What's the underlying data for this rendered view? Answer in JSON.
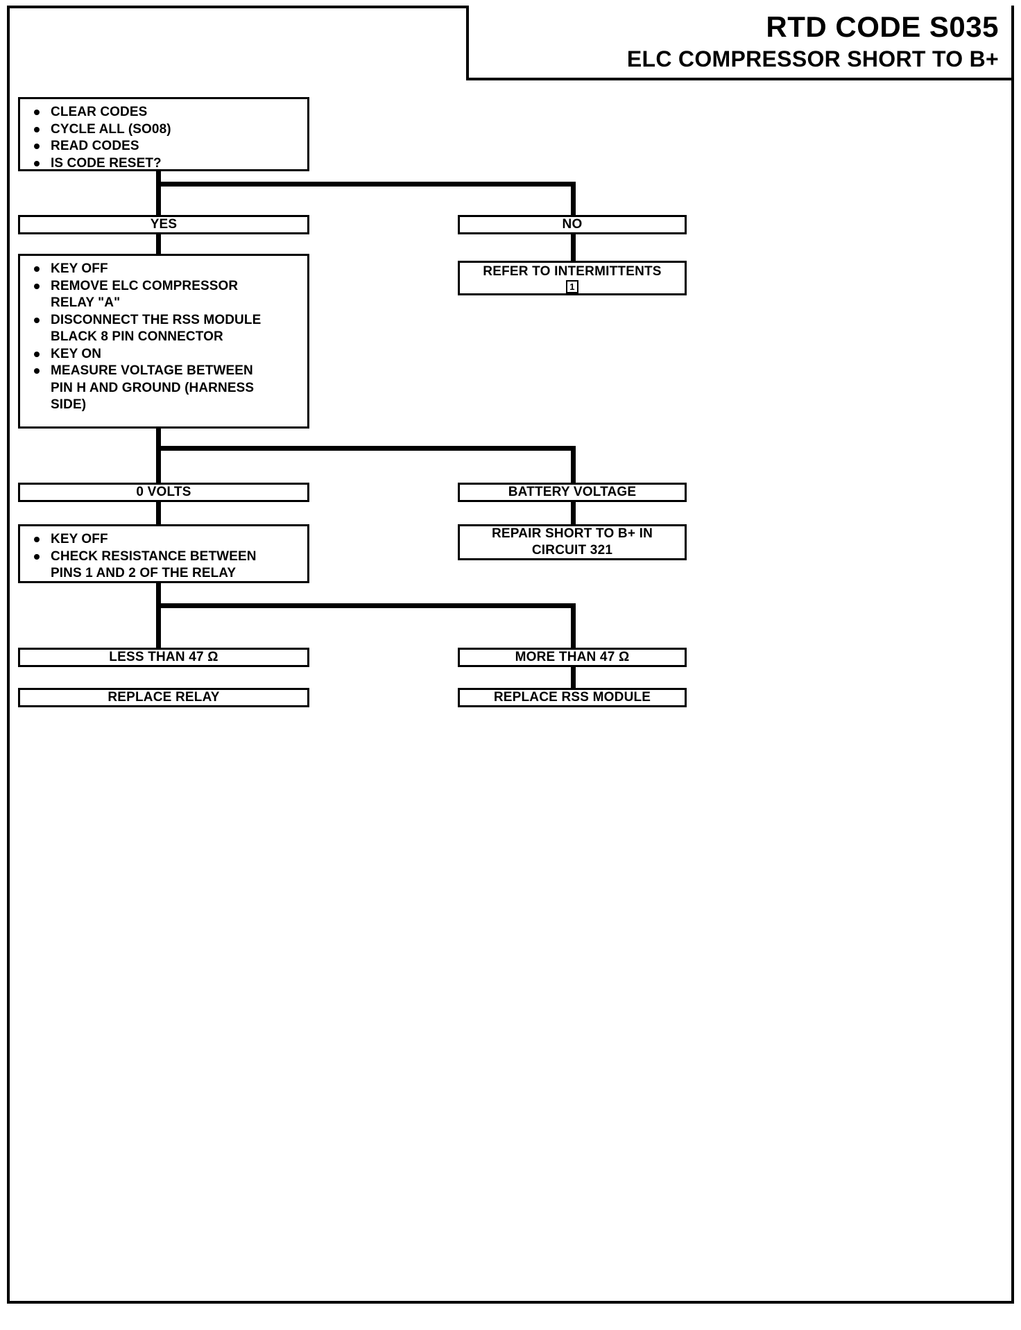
{
  "header": {
    "code_title": "RTD CODE S035",
    "subtitle": "ELC COMPRESSOR SHORT TO B+"
  },
  "flow": {
    "step1": {
      "name": "initial-check",
      "items": [
        "CLEAR CODES",
        "CYCLE ALL (SO08)",
        "READ CODES",
        "IS CODE RESET?"
      ]
    },
    "branch1": {
      "yes_label": "YES",
      "no_label": "NO"
    },
    "no_result": {
      "text": "REFER TO INTERMITTENTS",
      "ref": "1"
    },
    "step2": {
      "name": "voltage-measurement",
      "items": [
        "KEY OFF",
        "REMOVE ELC COMPRESSOR\nRELAY \"A\"",
        "DISCONNECT THE RSS MODULE\nBLACK 8 PIN CONNECTOR",
        "KEY ON",
        "MEASURE VOLTAGE BETWEEN\nPIN H AND GROUND (HARNESS\nSIDE)"
      ]
    },
    "branch2": {
      "left_label": "0 VOLTS",
      "right_label": "BATTERY VOLTAGE"
    },
    "step3": {
      "name": "resistance-check",
      "items": [
        "KEY OFF",
        "CHECK RESISTANCE BETWEEN\nPINS 1 AND 2 OF THE RELAY"
      ]
    },
    "repair_result": {
      "line1": "REPAIR SHORT TO B+ IN",
      "line2": "CIRCUIT 321"
    },
    "branch3": {
      "left_label": "LESS THAN 47 Ω",
      "right_label": "MORE THAN 47 Ω"
    },
    "final": {
      "left": "REPLACE RELAY",
      "right": "REPLACE RSS MODULE"
    }
  },
  "colors": {
    "ink": "#000000",
    "paper": "#ffffff"
  }
}
